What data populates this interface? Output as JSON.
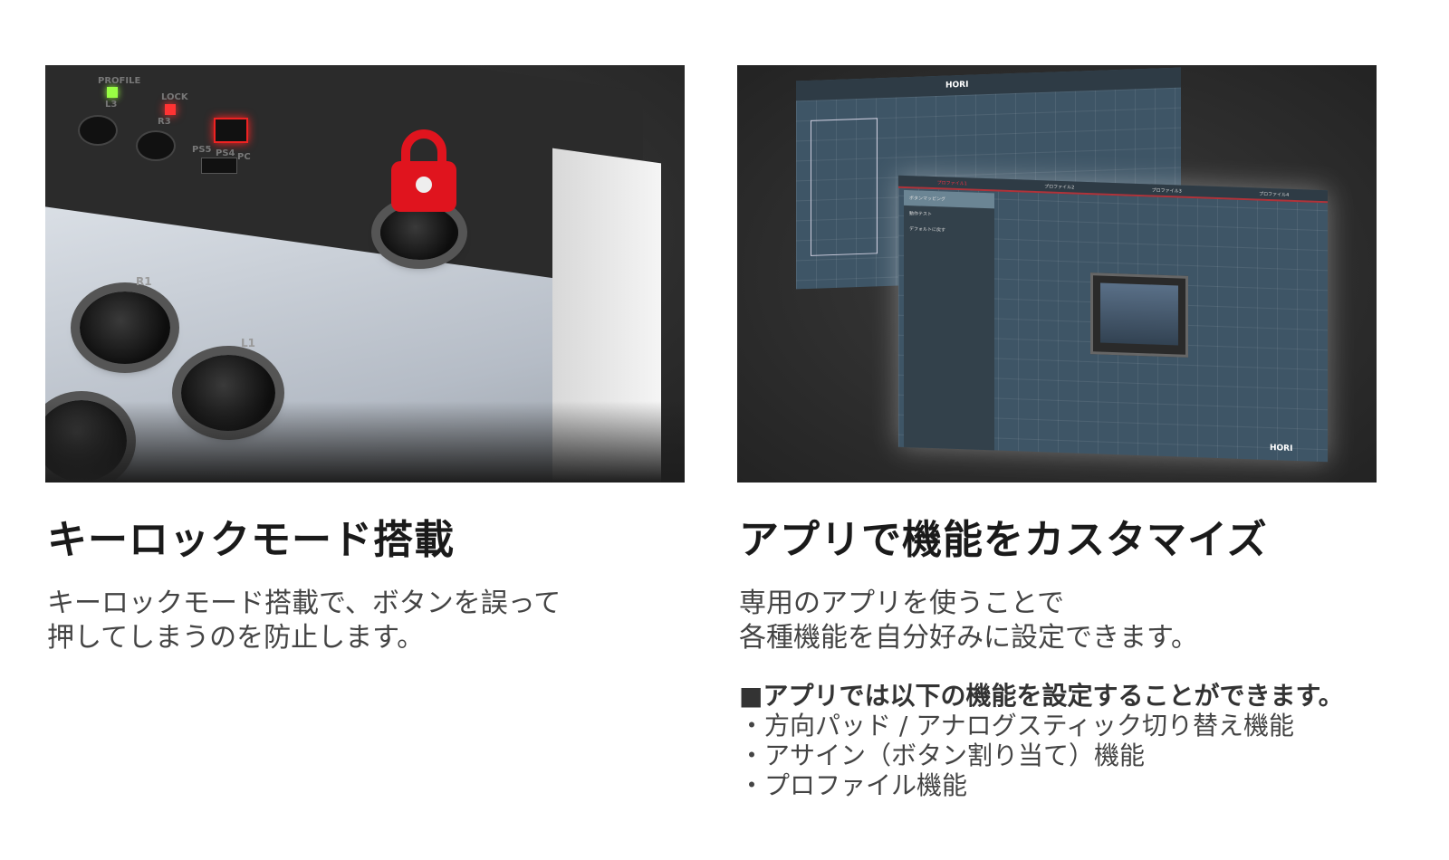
{
  "left": {
    "photo_labels": {
      "profile": "PROFILE",
      "l3": "L3",
      "lock": "LOCK",
      "r3": "R3",
      "ps5": "PS5",
      "ps4": "PS4",
      "pc": "PC",
      "r1": "R1",
      "l1": "L1"
    },
    "icon": "lock-icon",
    "accent": "#e0141e",
    "heading": "キーロックモード搭載",
    "body": [
      "キーロックモード搭載で、ボタンを誤って",
      "押してしまうのを防止します。"
    ]
  },
  "right": {
    "app": {
      "logo": "HORI",
      "tabs": [
        "プロファイル1",
        "プロファイル2",
        "プロファイル3",
        "プロファイル4"
      ],
      "menu": [
        "ボタンマッピング",
        "動作テスト",
        "デフォルトに戻す"
      ]
    },
    "heading": "アプリで機能をカスタマイズ",
    "body": [
      "専用のアプリを使うことで",
      "各種機能を自分好みに設定できます。"
    ],
    "list_lead": "■アプリでは以下の機能を設定することができます。",
    "list": [
      "・方向パッド / アナログスティック切り替え機能",
      "・アサイン（ボタン割り当て）機能",
      "・プロファイル機能"
    ]
  }
}
